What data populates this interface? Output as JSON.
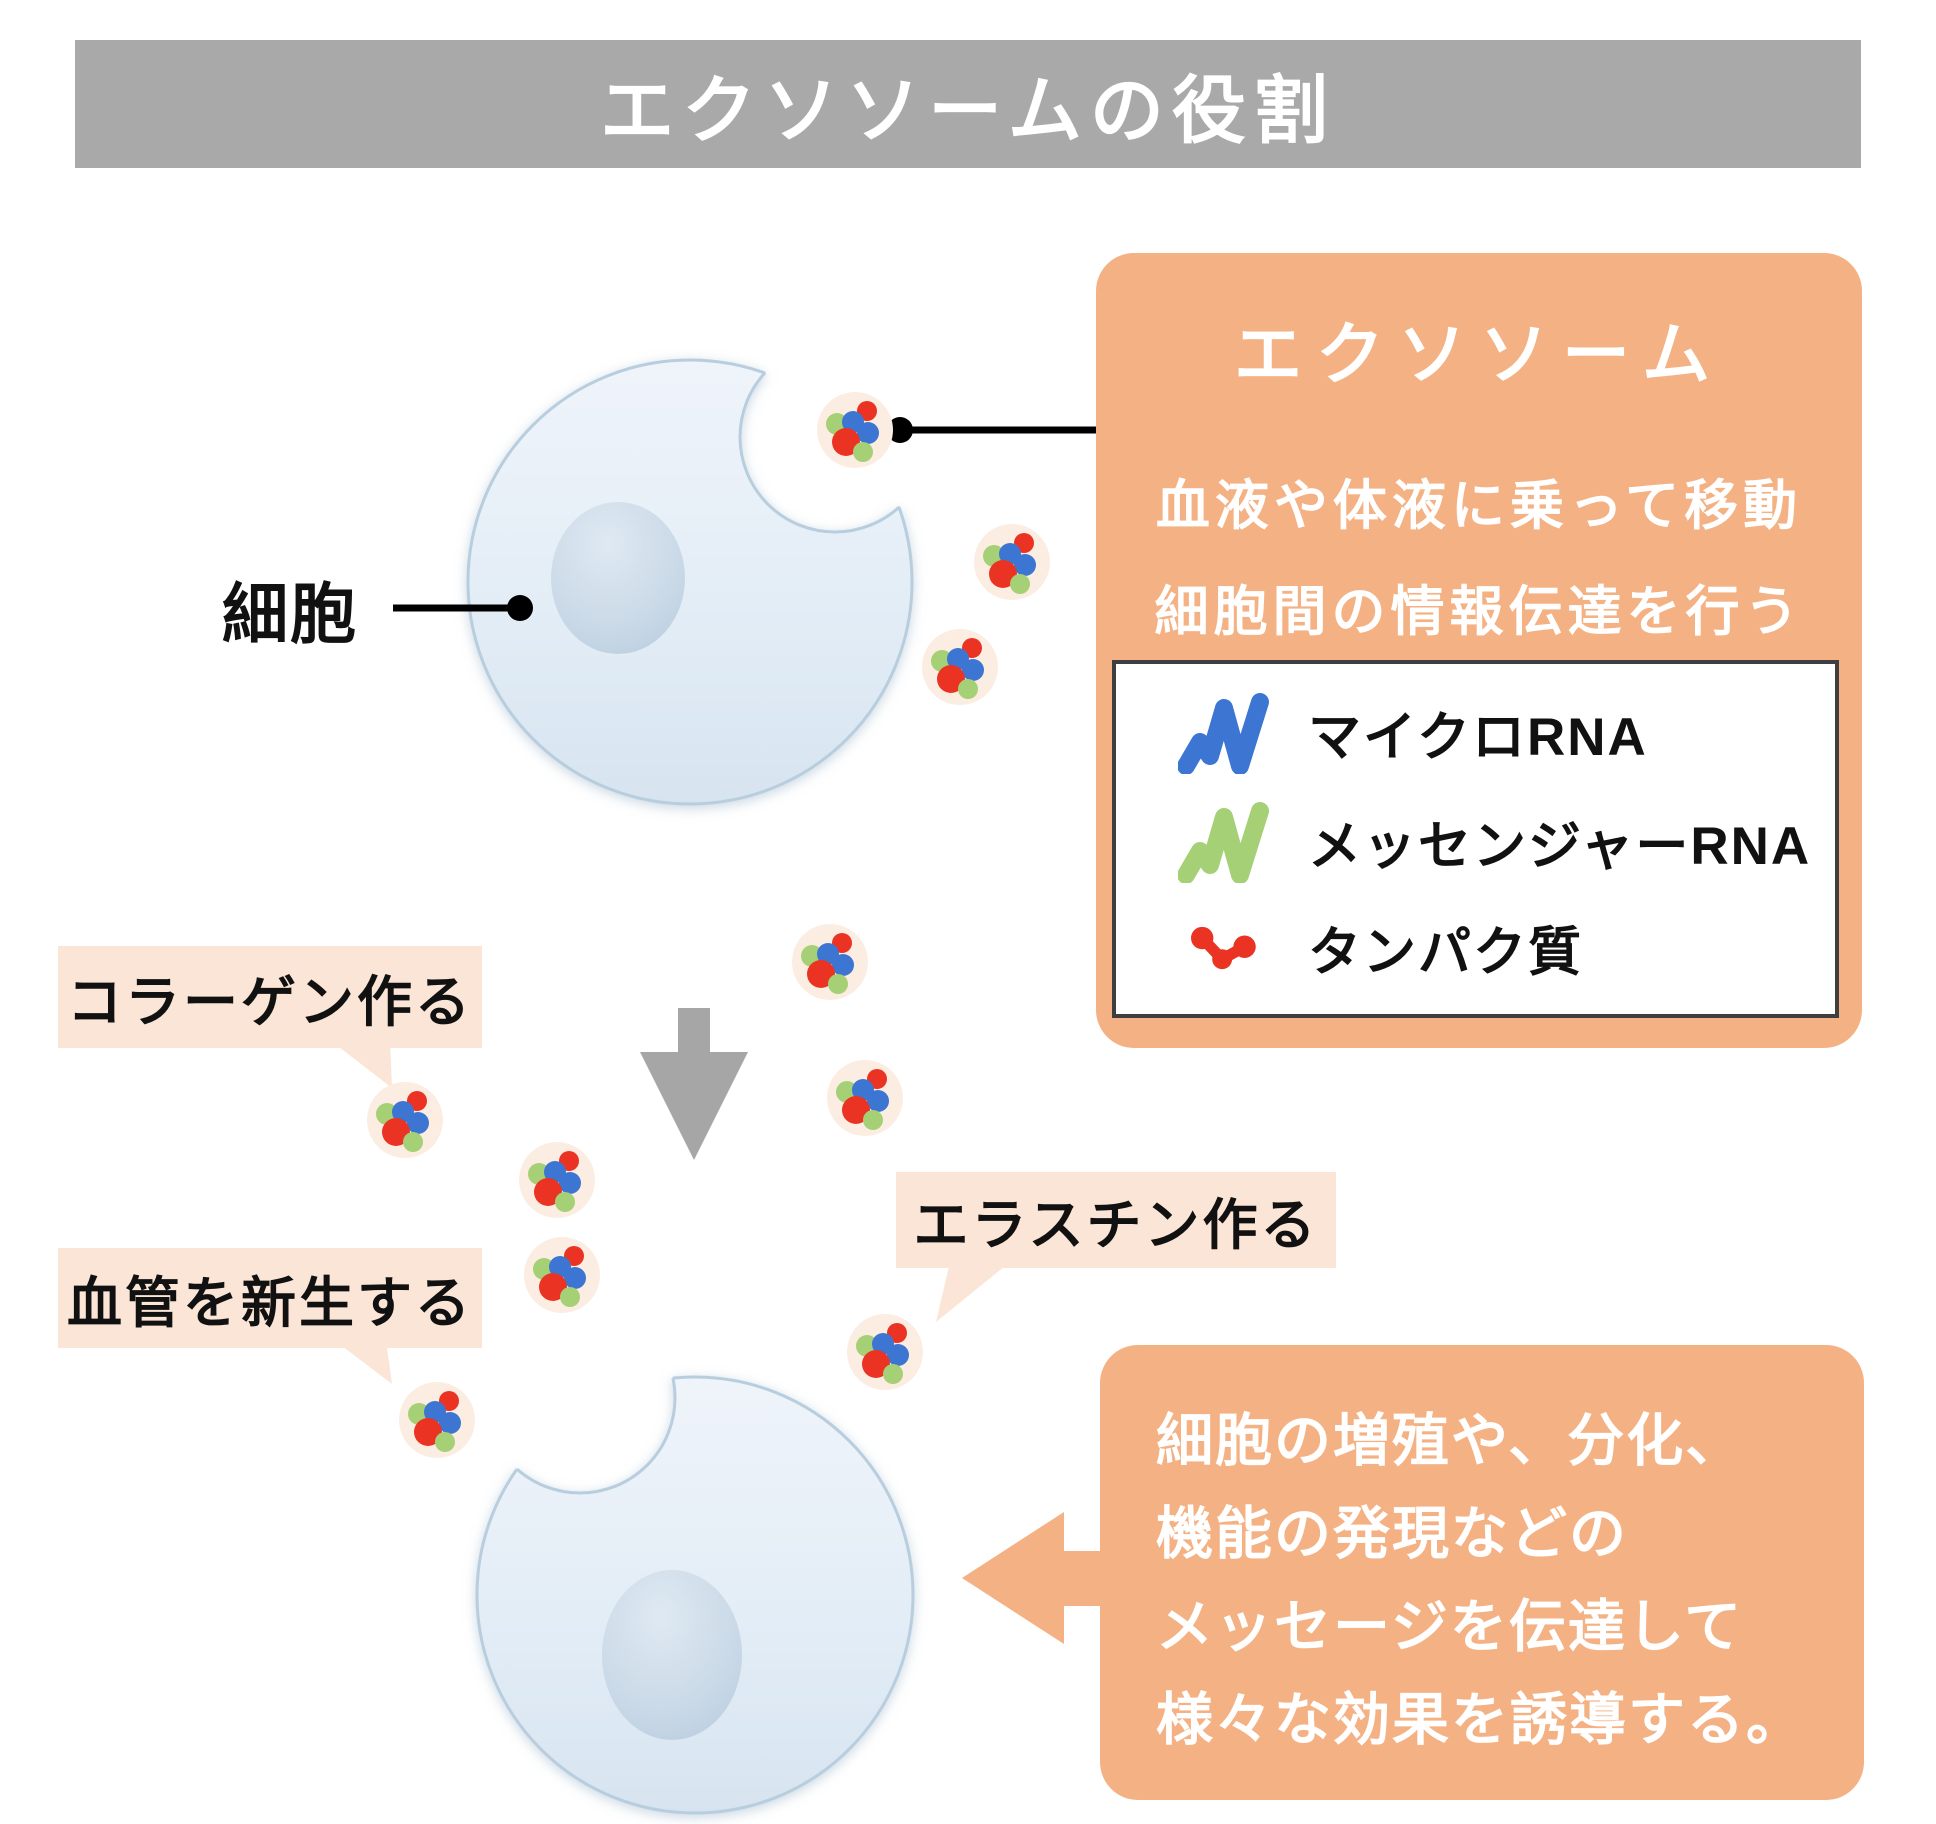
{
  "title": "エクソソームの役割",
  "cell": {
    "label": "細胞"
  },
  "exosome_box": {
    "title": "エクソソーム",
    "description_lines": [
      "血液や体液に乗って移動",
      "細胞間の情報伝達を行う"
    ],
    "legend": {
      "items": [
        {
          "icon": "microrna-zigzag-icon",
          "label": "マイクロRNA",
          "color": "#3C76D2"
        },
        {
          "icon": "mrna-zigzag-icon",
          "label": "メッセンジャーRNA",
          "color": "#A5D075"
        },
        {
          "icon": "protein-dots-icon",
          "label": "タンパク質",
          "color": "#EA3323"
        }
      ]
    }
  },
  "callouts": [
    {
      "id": "collagen",
      "label": "コラーゲン作る"
    },
    {
      "id": "vessel",
      "label": "血管を新生する"
    },
    {
      "id": "elastin",
      "label": "エラスチン作る"
    }
  ],
  "message_box": {
    "lines": [
      "細胞の増殖や、分化、",
      "機能の発現などの",
      "メッセージを伝達して",
      "様々な効果を誘導する。"
    ]
  },
  "colors": {
    "titlebar_gray": "#A9A9A9",
    "accent_orange": "#F4B183",
    "bubble_peach": "#FBE5D6",
    "arrow_gray": "#A6A6A6",
    "exosome_bg": "#FCEDE2",
    "dot_red": "#EA3323",
    "dot_green": "#A5D075",
    "dot_blue": "#3C76D2",
    "microrna_blue": "#3C76D2",
    "mrna_green": "#A5D075",
    "protein_red": "#EA3323",
    "legend_border": "#3F3F3F",
    "connector_black": "#000000",
    "text_dark": "#111111",
    "text_white": "#FFFFFF"
  }
}
